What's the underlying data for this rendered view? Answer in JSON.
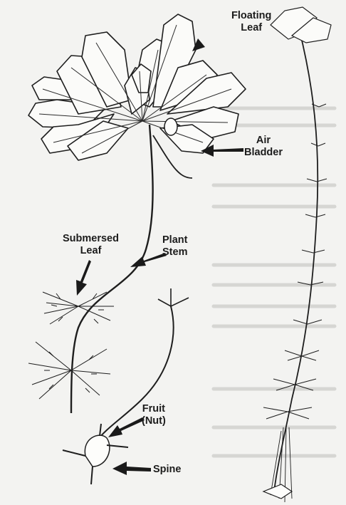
{
  "figure": {
    "labels": {
      "floating_leaf": [
        "Floating",
        "Leaf"
      ],
      "air_bladder": [
        "Air",
        "Bladder"
      ],
      "submersed_leaf": [
        "Submersed",
        "Leaf"
      ],
      "plant_stem": [
        "Plant",
        "Stem"
      ],
      "fruit": [
        "Fruit",
        "(Nut)"
      ],
      "spine": [
        "Spine"
      ]
    }
  }
}
